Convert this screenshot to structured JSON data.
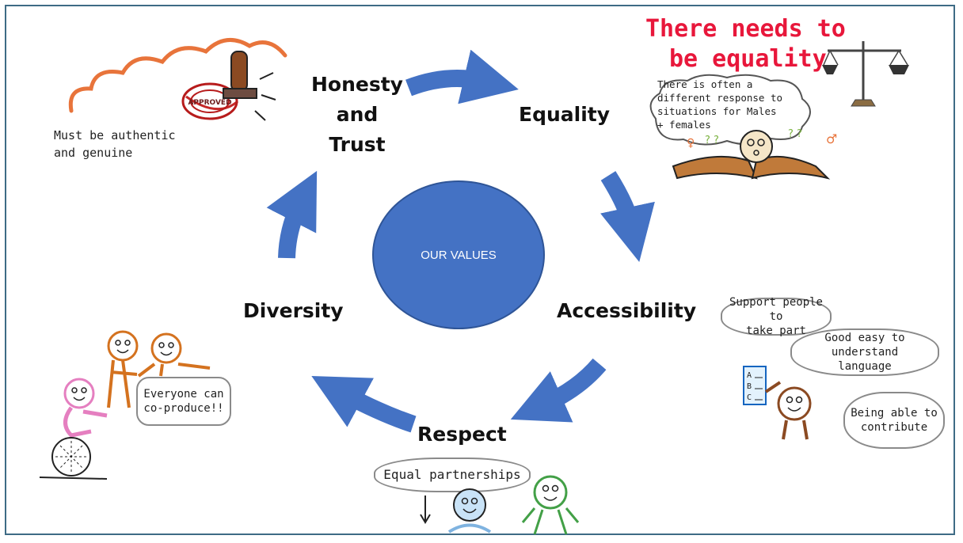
{
  "diagram": {
    "center_label": "OUR VALUES",
    "values": {
      "honesty": [
        "Honesty",
        "and",
        "Trust"
      ],
      "equality": "Equality",
      "accessibility": "Accessibility",
      "respect": "Respect",
      "diversity": "Diversity"
    }
  },
  "illustrations": {
    "honesty": {
      "note": [
        "Must be authentic",
        "and genuine"
      ],
      "stamp_text": "APPROVED"
    },
    "equality": {
      "heading": [
        "There needs to",
        "be equality"
      ],
      "thought": [
        "There is often a",
        "different response to",
        "situations for Males",
        "+ females"
      ]
    },
    "accessibility": {
      "bubble_1": [
        "Support people to",
        "take part"
      ],
      "bubble_2": [
        "Good easy to understand",
        "language"
      ],
      "bubble_3": [
        "Being able to",
        "contribute"
      ],
      "sign_letters": [
        "A",
        "B",
        "C"
      ]
    },
    "respect": {
      "bubble": "Equal partnerships"
    },
    "diversity": {
      "bubble": [
        "Everyone can",
        "co-produce!!"
      ]
    }
  },
  "colors": {
    "arrow": "#4472c4",
    "circle": "#4472c4",
    "frame": "#3e6b85",
    "equality_heading": "#e8173b",
    "sketch_orange": "#d4721f",
    "sketch_brown": "#8b4a22"
  }
}
